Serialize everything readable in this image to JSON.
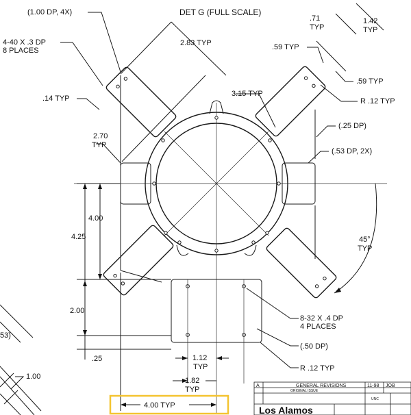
{
  "detail_title": "DET G (FULL SCALE)",
  "labels": {
    "dp_100_4x": "(1.00 DP, 4X)",
    "tap_440_line1": "4-40 X .3 DP",
    "tap_440_line2": "8 PLACES",
    "dim_283": "2.83 TYP",
    "dim_71": ".71",
    "dim_71_typ": "TYP",
    "dim_142": "1.42",
    "dim_142_typ": "TYP",
    "dim_59_left": ".59 TYP",
    "dim_59_right": ".59 TYP",
    "dim_315": "3.15 TYP",
    "r12_top": "R .12 TYP",
    "dim_14": ".14 TYP",
    "dp_25": "(.25 DP)",
    "dim_270": "2.70",
    "dim_270_typ": "TYP",
    "dp_53_2x": "(.53 DP, 2X)",
    "dim_400_left": "4.00",
    "dim_425": "4.25",
    "angle_45": "45°",
    "angle_45_typ": "TYP",
    "dim_200": "2.00",
    "tap_832_line1": "8-32 X .4 DP",
    "tap_832_line2": "4 PLACES",
    "dim_25": ".25",
    "dp_50": "(.50 DP)",
    "dim_112": "1.12",
    "dim_112_typ": "TYP",
    "dim_182": "1.82",
    "dim_182_typ": "TYP",
    "r12_bottom": "R .12 TYP",
    "dim_400_typ": "4.00 TYP",
    "dim_53_partial": "53)",
    "dim_100_partial": "1.00"
  },
  "title_block": {
    "header": "GENERAL REVISIONS",
    "rev_letter": "A",
    "row_text": "ORIGINAL ISSUE",
    "date": "11-98",
    "initials": "JOB",
    "company": "Los Alamos",
    "unc": "UNC"
  }
}
